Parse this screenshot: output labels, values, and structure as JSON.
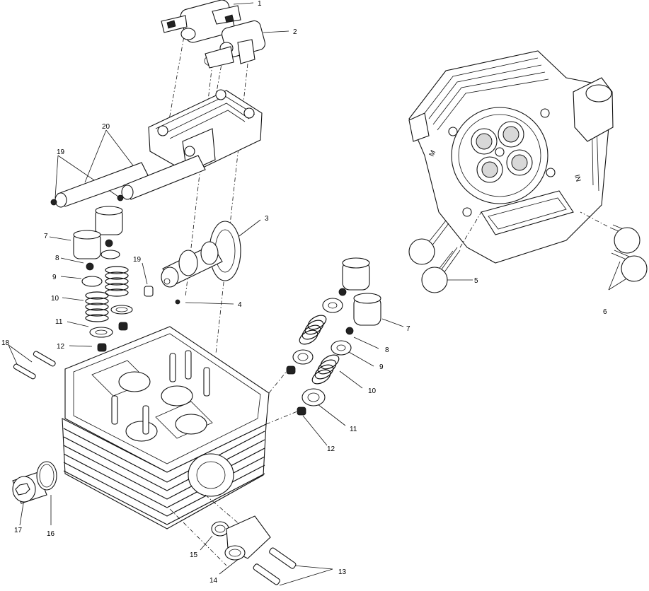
{
  "callouts": [
    {
      "id": "c1",
      "text": "1"
    },
    {
      "id": "c2",
      "text": "2"
    },
    {
      "id": "c3",
      "text": "3"
    },
    {
      "id": "c4",
      "text": "4"
    },
    {
      "id": "c5",
      "text": "5"
    },
    {
      "id": "c6",
      "text": "6"
    },
    {
      "id": "c7a",
      "text": "7"
    },
    {
      "id": "c8a",
      "text": "8"
    },
    {
      "id": "c9a",
      "text": "9"
    },
    {
      "id": "c10a",
      "text": "10"
    },
    {
      "id": "c11a",
      "text": "11"
    },
    {
      "id": "c12a",
      "text": "12"
    },
    {
      "id": "c7b",
      "text": "7"
    },
    {
      "id": "c8b",
      "text": "8"
    },
    {
      "id": "c9b",
      "text": "9"
    },
    {
      "id": "c10b",
      "text": "10"
    },
    {
      "id": "c11b",
      "text": "11"
    },
    {
      "id": "c12b",
      "text": "12"
    },
    {
      "id": "c13",
      "text": "13"
    },
    {
      "id": "c14",
      "text": "14"
    },
    {
      "id": "c15",
      "text": "15"
    },
    {
      "id": "c16",
      "text": "16"
    },
    {
      "id": "c17",
      "text": "17"
    },
    {
      "id": "c18",
      "text": "18"
    },
    {
      "id": "c19a",
      "text": "19"
    },
    {
      "id": "c19b",
      "text": "19"
    },
    {
      "id": "c20",
      "text": "20"
    }
  ],
  "head_markings": {
    "text_a": "M",
    "text_b": "IN"
  }
}
